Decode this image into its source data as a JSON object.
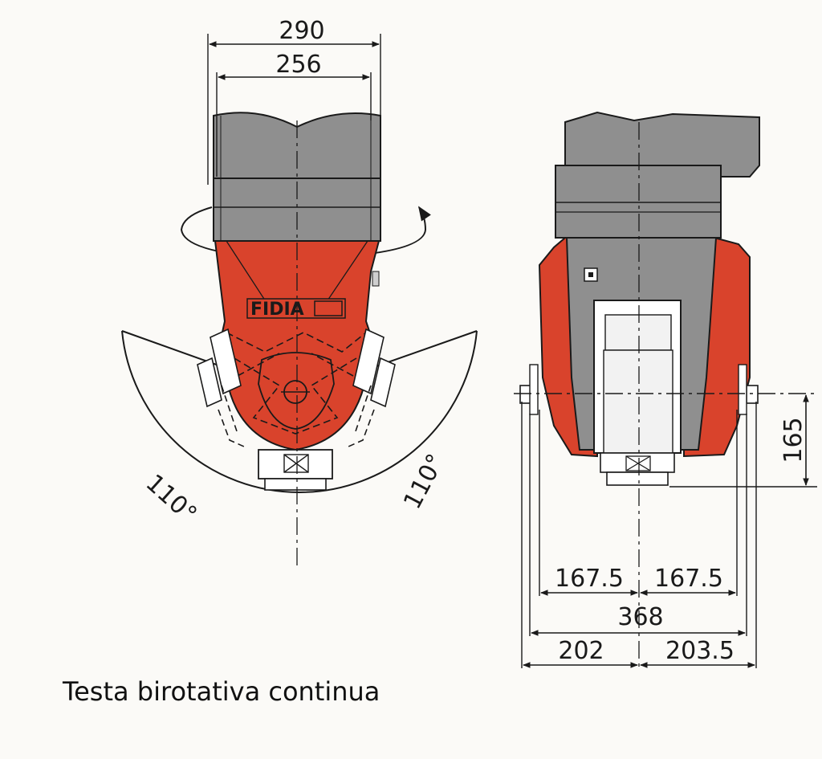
{
  "colors": {
    "background": "#fbfaf7",
    "head_grey": "#8f8f8f",
    "head_grey_dark": "#6f6f6f",
    "body_red": "#d9432c",
    "line": "#1a1a1a"
  },
  "front_view": {
    "dim_outer": "290",
    "dim_inner": "256",
    "logo": "FIDIA",
    "angle_left": "110°",
    "angle_right": "110°"
  },
  "side_view": {
    "dim_height": "165",
    "dim_left_half": "167.5",
    "dim_right_half": "167.5",
    "dim_total": "368",
    "dim_bottom_left": "202",
    "dim_bottom_right": "203.5"
  },
  "caption": "Testa birotativa continua"
}
